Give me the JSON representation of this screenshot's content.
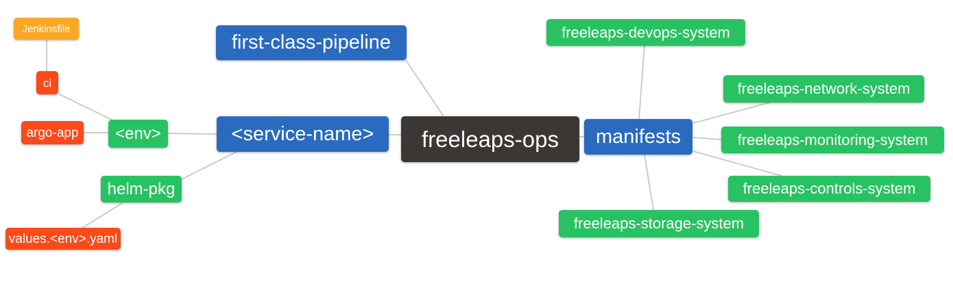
{
  "diagram": {
    "type": "mindmap",
    "root": "freeleaps-ops",
    "background": "#ffffff",
    "edge_color": "#cccccc",
    "palette": {
      "blue": "#2a6bc0",
      "green": "#29c262",
      "red": "#fa4a1a",
      "orange": "#f9a825",
      "dark": "#3b3734",
      "text": "#ffffff"
    },
    "nodes": [
      {
        "id": "jenkinsfile",
        "label": "Jenkinsfile",
        "color": "orange"
      },
      {
        "id": "ci",
        "label": "ci",
        "color": "red"
      },
      {
        "id": "argo-app",
        "label": "argo-app",
        "color": "red"
      },
      {
        "id": "env",
        "label": "<env>",
        "color": "green"
      },
      {
        "id": "helm-pkg",
        "label": "helm-pkg",
        "color": "green"
      },
      {
        "id": "values-env-yaml",
        "label": "values.<env>.yaml",
        "color": "red"
      },
      {
        "id": "service-name",
        "label": "<service-name>",
        "color": "blue"
      },
      {
        "id": "first-class-pipeline",
        "label": "first-class-pipeline",
        "color": "blue"
      },
      {
        "id": "freeleaps-ops",
        "label": "freeleaps-ops",
        "color": "dark"
      },
      {
        "id": "manifests",
        "label": "manifests",
        "color": "blue"
      },
      {
        "id": "devops-system",
        "label": "freeleaps-devops-system",
        "color": "green"
      },
      {
        "id": "network-system",
        "label": "freeleaps-network-system",
        "color": "green"
      },
      {
        "id": "monitoring-system",
        "label": "freeleaps-monitoring-system",
        "color": "green"
      },
      {
        "id": "controls-system",
        "label": "freeleaps-controls-system",
        "color": "green"
      },
      {
        "id": "storage-system",
        "label": "freeleaps-storage-system",
        "color": "green"
      }
    ],
    "edges": [
      {
        "from": "jenkinsfile",
        "to": "ci"
      },
      {
        "from": "ci",
        "to": "env"
      },
      {
        "from": "argo-app",
        "to": "env"
      },
      {
        "from": "env",
        "to": "service-name"
      },
      {
        "from": "helm-pkg",
        "to": "service-name"
      },
      {
        "from": "values-env-yaml",
        "to": "helm-pkg"
      },
      {
        "from": "service-name",
        "to": "freeleaps-ops"
      },
      {
        "from": "first-class-pipeline",
        "to": "freeleaps-ops"
      },
      {
        "from": "freeleaps-ops",
        "to": "manifests"
      },
      {
        "from": "manifests",
        "to": "devops-system"
      },
      {
        "from": "manifests",
        "to": "network-system"
      },
      {
        "from": "manifests",
        "to": "monitoring-system"
      },
      {
        "from": "manifests",
        "to": "controls-system"
      },
      {
        "from": "manifests",
        "to": "storage-system"
      }
    ]
  }
}
